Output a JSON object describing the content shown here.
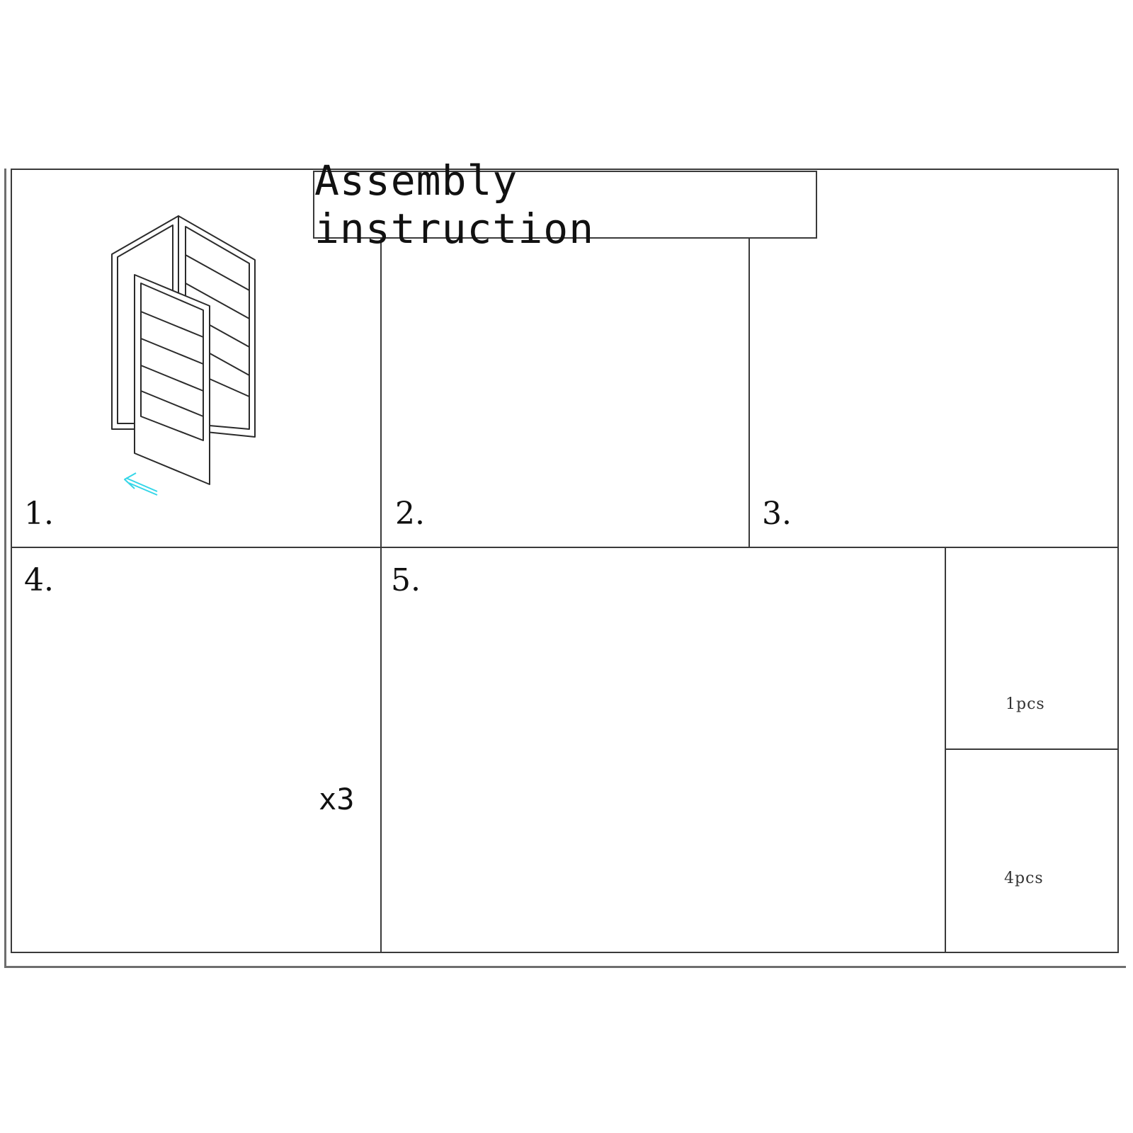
{
  "title": "Assembly instruction",
  "steps": [
    {
      "number": "1."
    },
    {
      "number": "2."
    },
    {
      "number": "3."
    },
    {
      "number": "4."
    },
    {
      "number": "5."
    }
  ],
  "step4_tray_quantity": "x3",
  "parts": [
    {
      "icon": "wrench-icon",
      "quantity": "1pcs"
    },
    {
      "icon": "caster-wheel-icon",
      "quantity": "4pcs"
    }
  ],
  "colors": {
    "line": "#2b2b2b",
    "arrow": "#35d6e8",
    "frame": "#3a3a3a"
  }
}
